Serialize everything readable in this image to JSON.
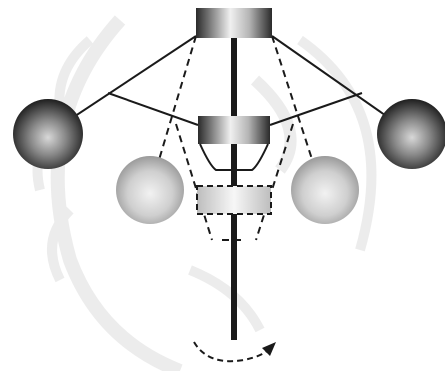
{
  "diagram": {
    "kind": "centrifugal-governor",
    "components": [
      "top-collar",
      "vertical-spindle",
      "upper-arms",
      "lower-links",
      "sliding-sleeve-raised",
      "sliding-sleeve-lowered",
      "flyball-raised-left",
      "flyball-raised-right",
      "flyball-lowered-left",
      "flyball-lowered-right",
      "rotation-arrow"
    ],
    "states": [
      "raised-solid",
      "lowered-dashed"
    ],
    "rotation": "counter-clockwise-arrow-below-spindle",
    "colors": {
      "line": "#1a1a1a",
      "dark_ball_center": "#d8d8d8",
      "dark_ball_edge": "#1e1e1e",
      "light_ball_center": "#f2f2f2",
      "light_ball_edge": "#9a9a9a",
      "watermark": "#ebebeb"
    }
  }
}
